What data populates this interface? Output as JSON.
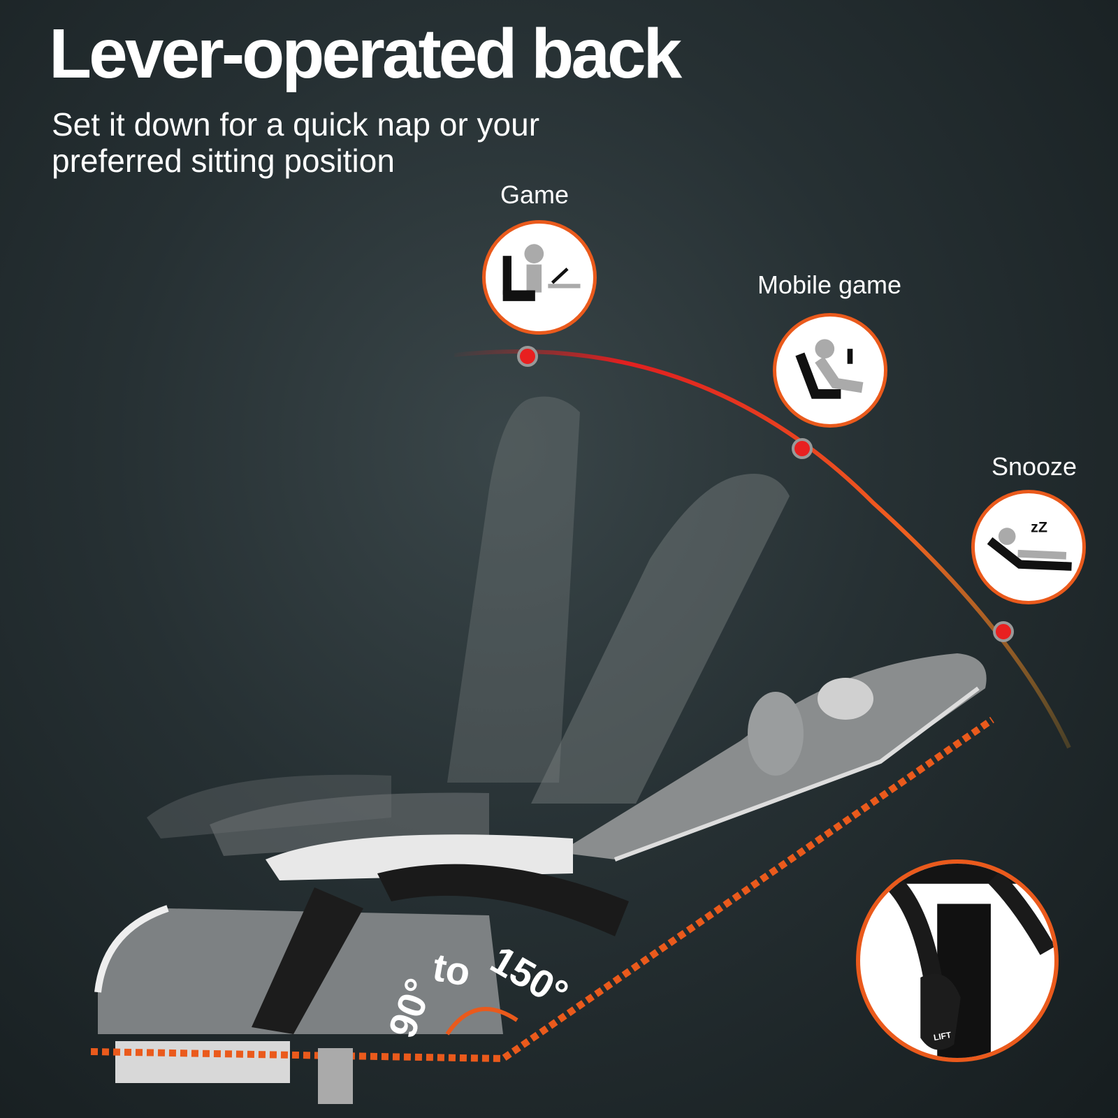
{
  "header": {
    "title": "Lever-operated back",
    "subtitle": "Set it down for a quick nap or your preferred sitting position"
  },
  "modes": [
    {
      "label": "Game",
      "icon": "person-at-desk-icon"
    },
    {
      "label": "Mobile game",
      "icon": "person-with-phone-icon"
    },
    {
      "label": "Snooze",
      "icon": "person-sleeping-icon"
    }
  ],
  "recline": {
    "min_label": "90°",
    "to_label": "to",
    "max_label": "150°"
  },
  "lever_inset": {
    "label": "LIFT"
  },
  "colors": {
    "accent": "#ea5a1c",
    "arc_start": "#e02020",
    "arc_end": "#f0a020",
    "background": "#263033"
  }
}
